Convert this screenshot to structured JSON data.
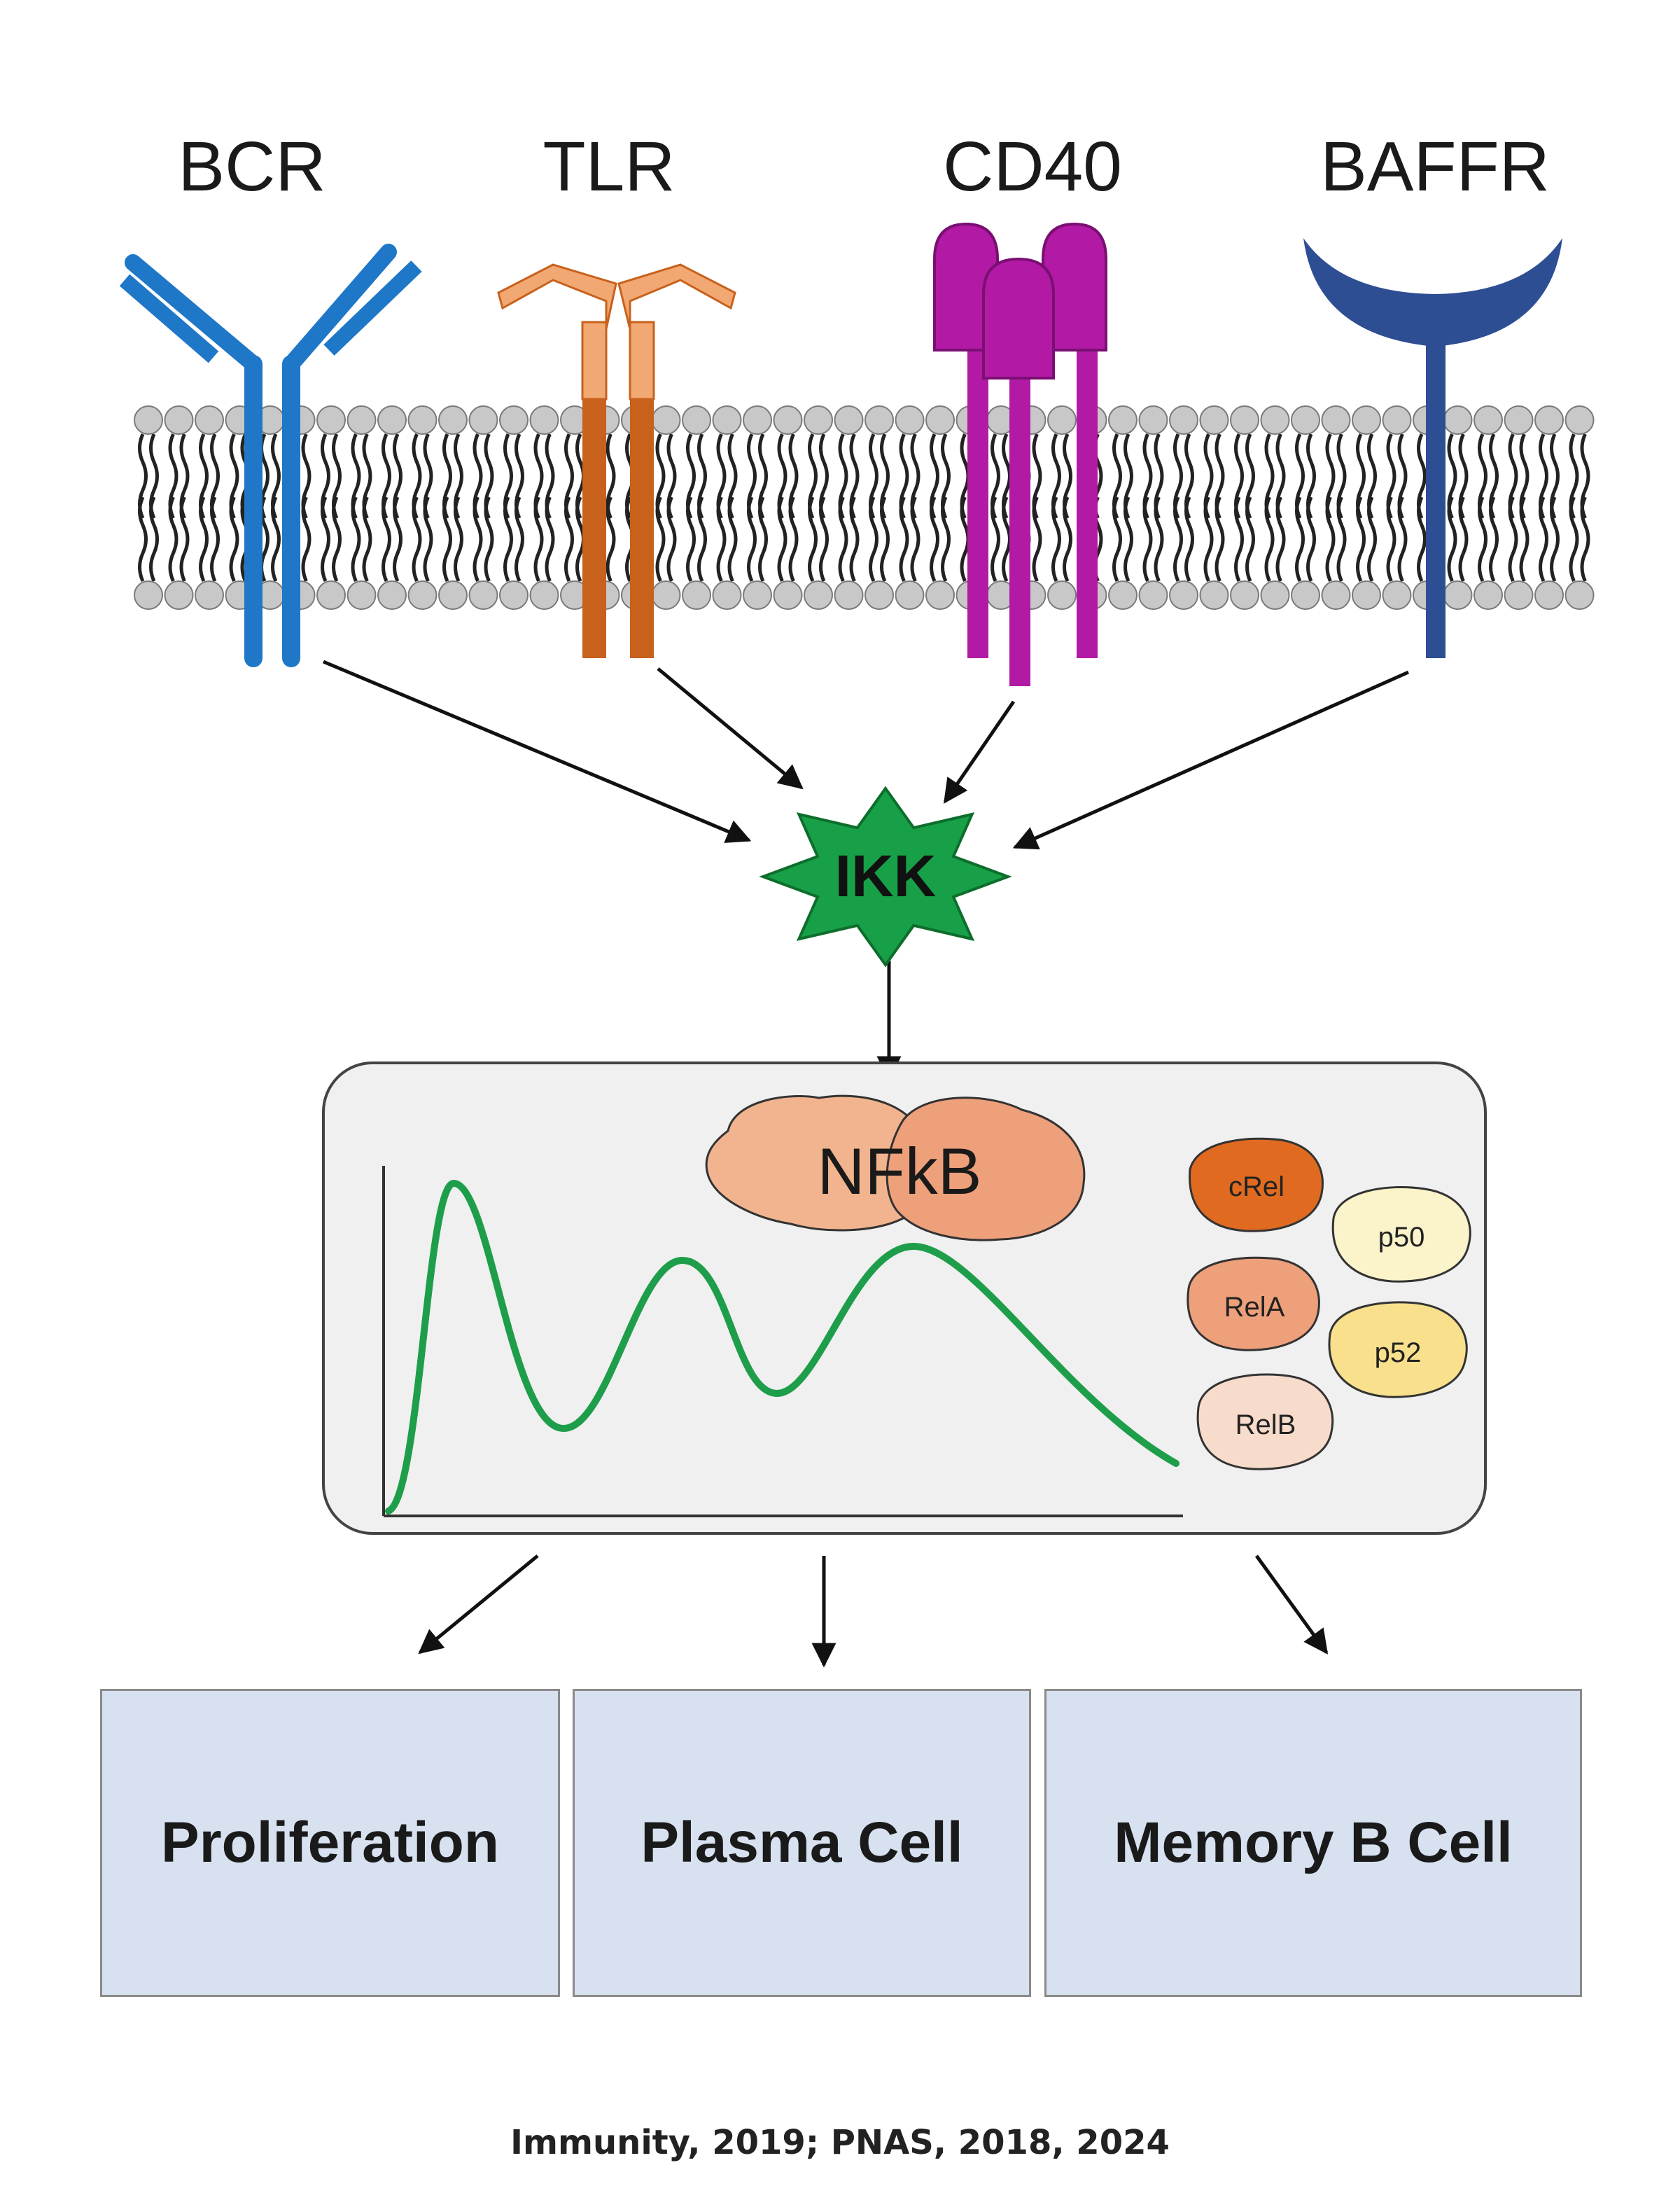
{
  "receptors": {
    "bcr": {
      "label": "BCR",
      "color": "#1f77c8"
    },
    "tlr": {
      "label": "TLR",
      "color_ext": "#f2a873",
      "color_tm": "#c8611c"
    },
    "cd40": {
      "label": "CD40",
      "color": "#b21aa6"
    },
    "baffr": {
      "label": "BAFFR",
      "color": "#2e4e94"
    }
  },
  "kinase": {
    "label": "IKK",
    "color": "#18a048"
  },
  "nfkb": {
    "label": "NFkB",
    "box_color": "#f0f0f0",
    "subunits": [
      {
        "label": "cRel",
        "color": "#e06b20"
      },
      {
        "label": "RelA",
        "color": "#eea07a"
      },
      {
        "label": "RelB",
        "color": "#f7dccb"
      },
      {
        "label": "p50",
        "color": "#fbf3c9"
      },
      {
        "label": "p52",
        "color": "#f8e08c"
      }
    ],
    "curve_color": "#1e9e4a"
  },
  "outcomes": [
    {
      "label": "Proliferation"
    },
    {
      "label": "Plasma Cell"
    },
    {
      "label": "Memory B Cell"
    }
  ],
  "citation": "Immunity, 2019; PNAS, 2018, 2024"
}
